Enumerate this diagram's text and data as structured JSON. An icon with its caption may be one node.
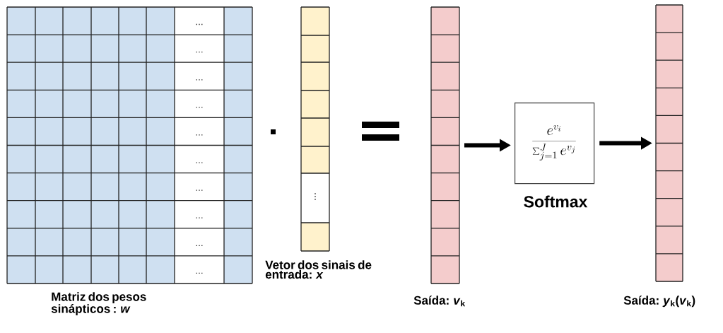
{
  "diagram": {
    "nodes": [
      {
        "text": [
          "…",
          "…",
          "…",
          "…",
          "…",
          "…",
          "…",
          "…",
          "…",
          "…"
        ],
        "beside": [
          "Matriz dos pesos sinápticos : *w*"
        ]
      },
      {
        "text": [
          "⋮"
        ],
        "beside": [
          "Vetor dos sinais de entrada: *x*"
        ]
      },
      {
        "text": [],
        "shape": "bar",
        "beside": [
          "Saída: *v*$_{k}$"
        ]
      },
      {
        "text": [
          "\\frac{e^{v_i}}{\\sum_{j=1}^{J} e^{v_j}}"
        ],
        "beside": [
          "Softmax"
        ]
      },
      {
        "text": [],
        "shape": "bar",
        "beside": [
          "Saída: *y*$_{k}$(*v*$_{k}$)"
        ]
      }
    ],
    "edges": [
      {
        "from": 2,
        "to": 3,
        "arrow": "to"
      },
      {
        "from": 3,
        "to": 4,
        "arrow": "to"
      }
    ]
  }
}
